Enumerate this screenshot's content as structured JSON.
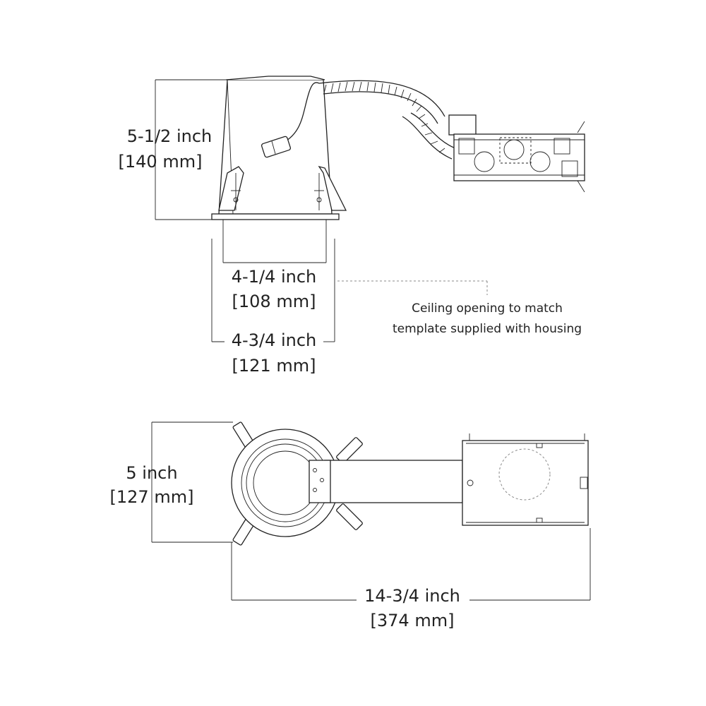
{
  "side_view": {
    "height_inch": "5-1/2 inch",
    "height_mm": "[140 mm]",
    "opening_inch": "4-1/4 inch",
    "opening_mm": "[108 mm]",
    "trim_inch": "4-3/4 inch",
    "trim_mm": "[121 mm]",
    "note_line1": "Ceiling opening to match",
    "note_line2": "template supplied with housing"
  },
  "top_view": {
    "width_inch": "5 inch",
    "width_mm": "[127 mm]",
    "length_inch": "14-3/4 inch",
    "length_mm": "[374 mm]"
  }
}
